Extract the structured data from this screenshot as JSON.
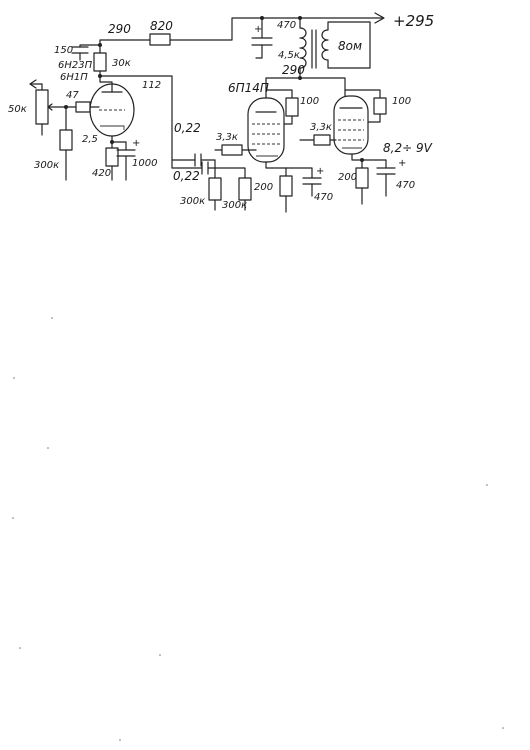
{
  "labels": {
    "v_supply": "+295",
    "r_dropper": "820",
    "v_node": "290",
    "c_main": "470",
    "r_transformer": "4,5к",
    "speaker": "8ом",
    "c_150": "150",
    "tube_types": "6Н23П",
    "tube_types_2": "6Н1П",
    "r_30k": "30к",
    "v_112": "112",
    "pot_50k": "50к",
    "r_47": "47",
    "v_25": "2,5",
    "r_300k_in": "300к",
    "r_420": "420",
    "c_1000": "1000",
    "c_022_top": "0,22",
    "c_022_bottom": "0,22",
    "r_300k_a": "300к",
    "r_300k_b": "300к",
    "r_33k_a": "3,3к",
    "r_33k_b": "3,3к",
    "out_tube": "6П14П",
    "v_290_anode": "290",
    "r_100_a": "100",
    "r_100_b": "100",
    "r_200_a": "200",
    "c_470_a": "470",
    "v_bias": "8,2÷ 9V",
    "r_200_b": "200",
    "c_470_b": "470",
    "plus_sign": "+"
  }
}
